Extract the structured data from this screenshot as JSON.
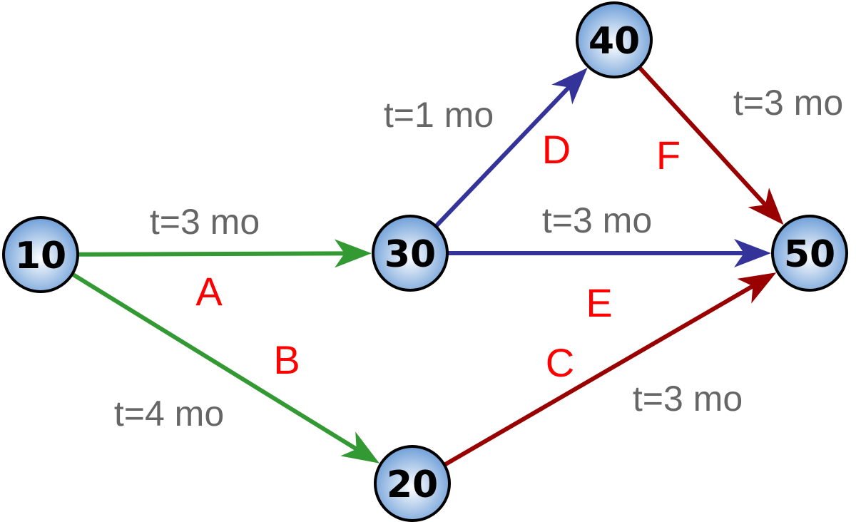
{
  "title": "PERT network",
  "colors": {
    "node_fill_center": "#ffffff",
    "node_fill_edge": "#6f9fd8",
    "node_stroke": "#000000",
    "duration_text": "#666666",
    "activity_text": "#ff0000"
  },
  "nodes": [
    {
      "id": "10",
      "label": "10"
    },
    {
      "id": "20",
      "label": "20"
    },
    {
      "id": "30",
      "label": "30"
    },
    {
      "id": "40",
      "label": "40"
    },
    {
      "id": "50",
      "label": "50"
    }
  ],
  "activities": [
    {
      "name": "A",
      "from": "10",
      "to": "30",
      "duration": "t=3 mo",
      "color": "#339933"
    },
    {
      "name": "B",
      "from": "10",
      "to": "20",
      "duration": "t=4 mo",
      "color": "#339933"
    },
    {
      "name": "C",
      "from": "20",
      "to": "50",
      "duration": "t=3 mo",
      "color": "#990000"
    },
    {
      "name": "D",
      "from": "30",
      "to": "40",
      "duration": "t=1 mo",
      "color": "#333399"
    },
    {
      "name": "E",
      "from": "30",
      "to": "50",
      "duration": "t=3 mo",
      "color": "#333399"
    },
    {
      "name": "F",
      "from": "40",
      "to": "50",
      "duration": "t=3 mo",
      "color": "#990000"
    }
  ]
}
